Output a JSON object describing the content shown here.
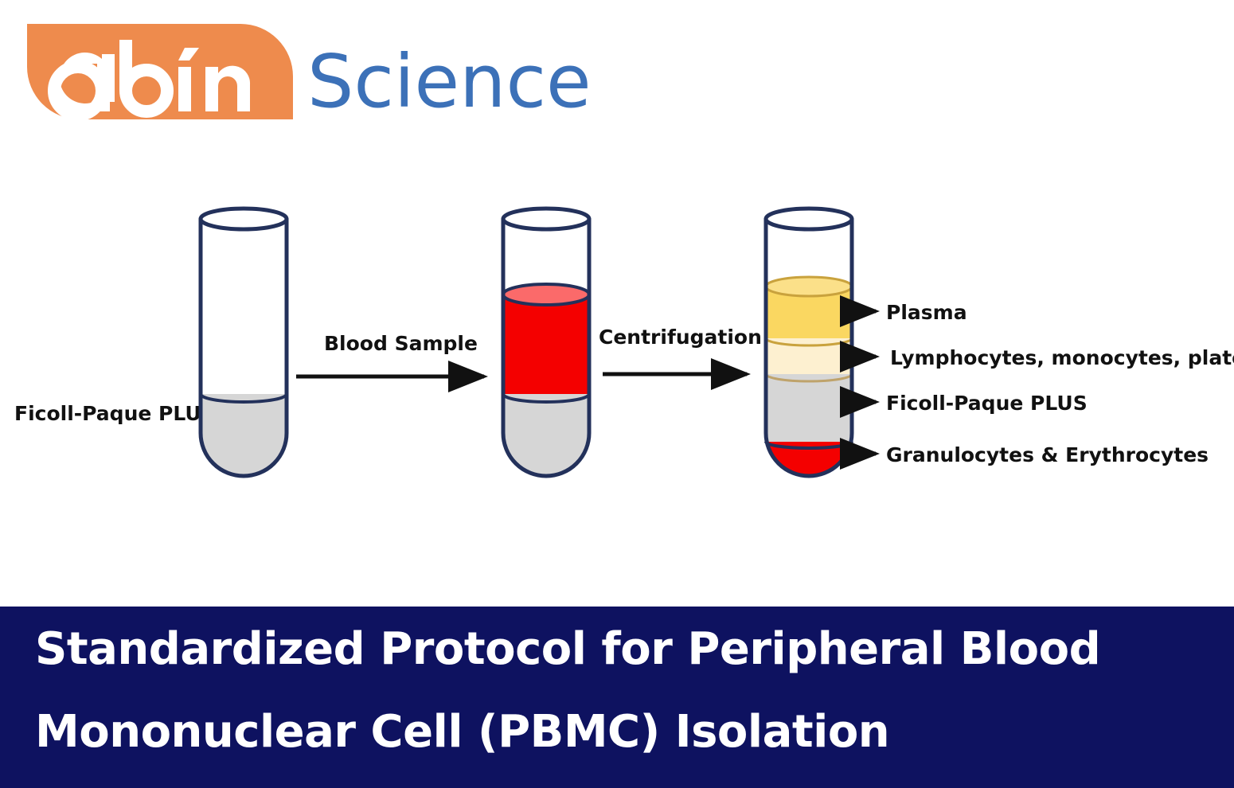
{
  "logo": {
    "brand_mark": "abin",
    "brand_word": "Science",
    "orange": "#EE8B4D",
    "blue": "#3C71B8"
  },
  "diagram": {
    "left_caption": "Ficoll-Paque PLUS",
    "steps": [
      {
        "id": "step-1",
        "arrow_label": "Blood Sample"
      },
      {
        "id": "step-2",
        "arrow_label": "Centrifugation"
      }
    ],
    "tubes": [
      {
        "id": "tube-initial",
        "layers": [
          {
            "name": "ficoll-paque-plus",
            "color": "#D6D6D6"
          }
        ]
      },
      {
        "id": "tube-blood-layered",
        "layers": [
          {
            "name": "blood-sample",
            "color": "#F40000"
          },
          {
            "name": "ficoll-paque-plus",
            "color": "#D6D6D6"
          }
        ]
      },
      {
        "id": "tube-separated",
        "layers": [
          {
            "name": "plasma",
            "color": "#FAD761"
          },
          {
            "name": "buffy-coat",
            "color": "#FDF0D0"
          },
          {
            "name": "ficoll-paque-plus",
            "color": "#D6D6D6"
          },
          {
            "name": "granulocytes-erythrocytes",
            "color": "#F40000"
          }
        ]
      }
    ],
    "callouts": [
      {
        "id": "callout-plasma",
        "label": "Plasma"
      },
      {
        "id": "callout-buffy-coat",
        "label": "Lymphocytes, monocytes, platelets"
      },
      {
        "id": "callout-ficoll",
        "label": "Ficoll-Paque PLUS"
      },
      {
        "id": "callout-pellet",
        "label": "Granulocytes & Erythrocytes"
      }
    ],
    "colors": {
      "tube_outline": "#23315B",
      "arrow": "#111111",
      "blood_red": "#F40000",
      "blood_surface": "#FB6A6A",
      "plasma": "#FAD761",
      "plasma_surface": "#FBE089",
      "buffy": "#FDF0D0",
      "ficoll_gray": "#D6D6D6"
    }
  },
  "banner": {
    "line1": "Standardized Protocol for Peripheral Blood",
    "line2": "Mononuclear Cell (PBMC) Isolation",
    "background": "#0e1260",
    "text_color": "#ffffff"
  }
}
